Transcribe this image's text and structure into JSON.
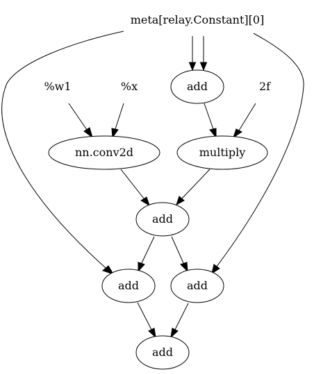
{
  "graph": {
    "nodes": {
      "const": {
        "label": "meta[relay.Constant][0]",
        "shape": "plain"
      },
      "w1": {
        "label": "%w1",
        "shape": "plain"
      },
      "x": {
        "label": "%x",
        "shape": "plain"
      },
      "add1": {
        "label": "add",
        "shape": "ellipse"
      },
      "two_f": {
        "label": "2f",
        "shape": "plain"
      },
      "conv": {
        "label": "nn.conv2d",
        "shape": "ellipse"
      },
      "multiply": {
        "label": "multiply",
        "shape": "ellipse"
      },
      "add2": {
        "label": "add",
        "shape": "ellipse"
      },
      "add3": {
        "label": "add",
        "shape": "ellipse"
      },
      "add4": {
        "label": "add",
        "shape": "ellipse"
      },
      "add5": {
        "label": "add",
        "shape": "ellipse"
      }
    },
    "edges": [
      {
        "from": "const",
        "to": "add1"
      },
      {
        "from": "const",
        "to": "add1"
      },
      {
        "from": "const",
        "to": "add3"
      },
      {
        "from": "const",
        "to": "add4"
      },
      {
        "from": "w1",
        "to": "conv"
      },
      {
        "from": "x",
        "to": "conv"
      },
      {
        "from": "add1",
        "to": "multiply"
      },
      {
        "from": "two_f",
        "to": "multiply"
      },
      {
        "from": "conv",
        "to": "add2"
      },
      {
        "from": "multiply",
        "to": "add2"
      },
      {
        "from": "add2",
        "to": "add3"
      },
      {
        "from": "add2",
        "to": "add4"
      },
      {
        "from": "add3",
        "to": "add5"
      },
      {
        "from": "add4",
        "to": "add5"
      }
    ]
  }
}
